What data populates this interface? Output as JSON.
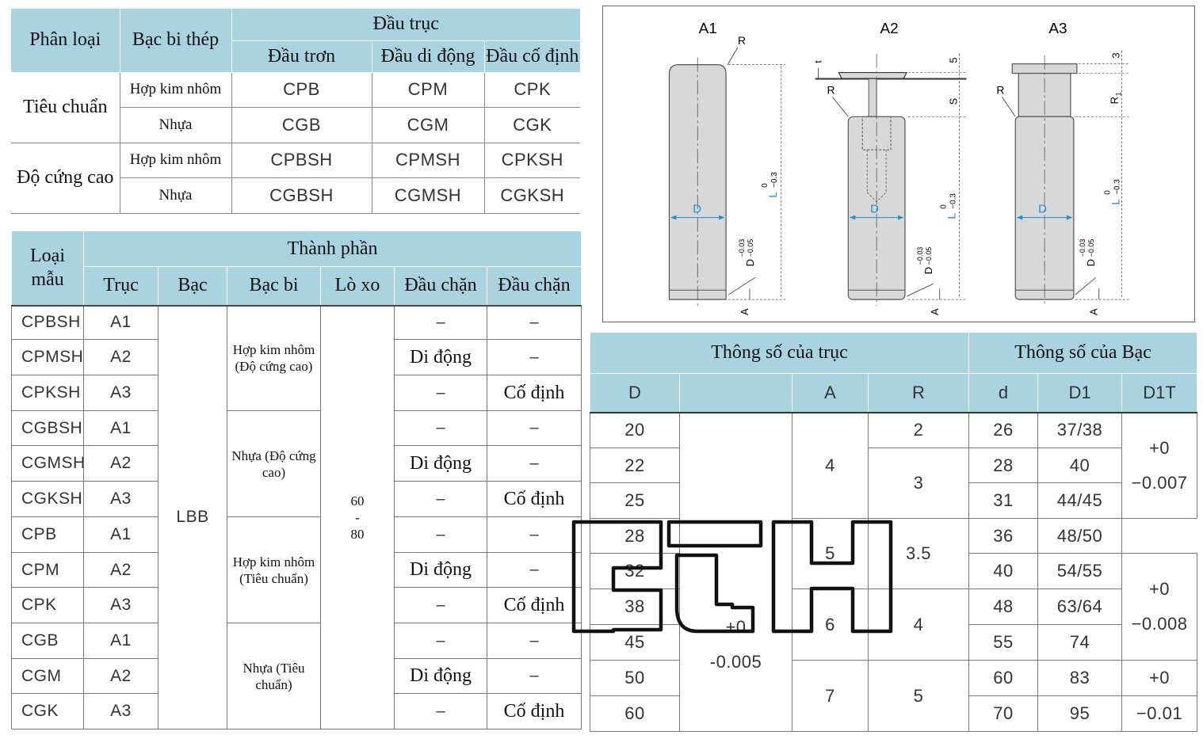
{
  "table1": {
    "h_phanloai": "Phân loại",
    "h_bacbi": "Bạc bi thép",
    "h_dautruc": "Đầu trục",
    "h_dautron": "Đầu trơn",
    "h_daudidong": "Đầu di động",
    "h_daucodinh": "Đầu cố định",
    "groups": [
      {
        "label": "Tiêu chuẩn",
        "rows": [
          {
            "mat": "Hợp kim nhôm",
            "c1": "CPB",
            "c2": "CPM",
            "c3": "CPK"
          },
          {
            "mat": "Nhựa",
            "c1": "CGB",
            "c2": "CGM",
            "c3": "CGK"
          }
        ]
      },
      {
        "label": "Độ cứng cao",
        "rows": [
          {
            "mat": "Hợp kim nhôm",
            "c1": "CPBSH",
            "c2": "CPMSH",
            "c3": "CPKSH"
          },
          {
            "mat": "Nhựa",
            "c1": "CGBSH",
            "c2": "CGMSH",
            "c3": "CGKSH"
          }
        ]
      }
    ]
  },
  "table2": {
    "h_loaimau": "Loại mẫu",
    "h_thanhphan": "Thành phần",
    "h_truc": "Trục",
    "h_bac": "Bạc",
    "h_bacbi": "Bạc bi",
    "h_loxo": "Lò xo",
    "h_dauchan1": "Đầu chặn",
    "h_dauchan2": "Đầu chặn",
    "bac": "LBB",
    "loxo": "60\n-\n80",
    "bacbi_groups": [
      "Hợp kim nhôm (Độ cứng cao)",
      "Nhựa (Độ cứng cao)",
      "Hợp kim nhôm (Tiêu chuẩn)",
      "Nhựa (Tiêu chuẩn)"
    ],
    "rows": [
      {
        "model": "CPBSH",
        "truc": "A1",
        "d1": "–",
        "d2": "–"
      },
      {
        "model": "CPMSH",
        "truc": "A2",
        "d1": "Di động",
        "d2": "–"
      },
      {
        "model": "CPKSH",
        "truc": "A3",
        "d1": "–",
        "d2": "Cố định"
      },
      {
        "model": "CGBSH",
        "truc": "A1",
        "d1": "–",
        "d2": "–"
      },
      {
        "model": "CGMSH",
        "truc": "A2",
        "d1": "Di động",
        "d2": "–"
      },
      {
        "model": "CGKSH",
        "truc": "A3",
        "d1": "–",
        "d2": "Cố định"
      },
      {
        "model": "CPB",
        "truc": "A1",
        "d1": "–",
        "d2": "–"
      },
      {
        "model": "CPM",
        "truc": "A2",
        "d1": "Di động",
        "d2": "–"
      },
      {
        "model": "CPK",
        "truc": "A3",
        "d1": "–",
        "d2": "Cố định"
      },
      {
        "model": "CGB",
        "truc": "A1",
        "d1": "–",
        "d2": "–"
      },
      {
        "model": "CGM",
        "truc": "A2",
        "d1": "Di động",
        "d2": "–"
      },
      {
        "model": "CGK",
        "truc": "A3",
        "d1": "–",
        "d2": "Cố định"
      }
    ]
  },
  "table3": {
    "h_truc": "Thông số của trục",
    "h_bac": "Thông số của Bạc",
    "sub": [
      "D",
      "",
      "A",
      "R",
      "d",
      "D1",
      "D1T"
    ],
    "D": [
      "20",
      "22",
      "25",
      "28",
      "32",
      "38",
      "45",
      "50",
      "60"
    ],
    "tol_D": "+0\n-0.005",
    "A_groups": [
      "4",
      "5",
      "6",
      "7"
    ],
    "R_groups": [
      "2",
      "3",
      "3.5",
      "4",
      "5"
    ],
    "d": [
      "26",
      "28",
      "31",
      "36",
      "40",
      "48",
      "55",
      "60",
      "70"
    ],
    "D1": [
      "37/38",
      "40",
      "44/45",
      "48/50",
      "54/55",
      "63/64",
      "74",
      "83",
      "95"
    ],
    "D1T_groups": [
      "+0\n−0.007",
      "+0\n−0.008",
      "+0",
      "−0.01"
    ]
  },
  "drawing": {
    "labels": [
      "A1",
      "A2",
      "A3"
    ],
    "dim_D": "D",
    "dim_R": "R",
    "dim_L": "L",
    "dim_L_tol_upper": "0",
    "dim_L_tol_lower": "−0.3",
    "dim_D_tol": "D",
    "dim_D_tol_upper": "−0.03",
    "dim_D_tol_lower": "−0.05",
    "dim_A": "A",
    "dim_t": "t",
    "dim_5": "5",
    "dim_S": "S",
    "dim_3": "3",
    "dim_R1": "R",
    "dim_R1_sub": "1",
    "accent": "#1e8fd0"
  },
  "watermark": "FCH"
}
